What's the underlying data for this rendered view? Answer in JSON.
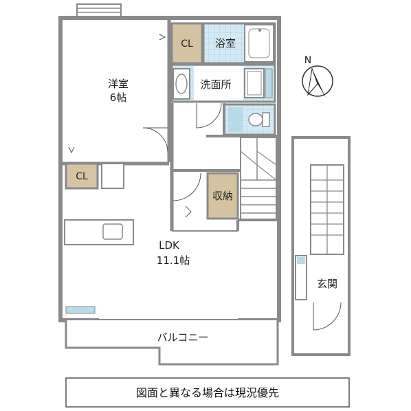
{
  "floor_plan": {
    "rooms": {
      "western_room": {
        "name": "洋室",
        "size": "6帖"
      },
      "ldk": {
        "name": "LDK",
        "size": "11.1帖"
      },
      "bath": {
        "name": "浴室"
      },
      "washroom": {
        "name": "洗面所"
      },
      "closet_1": {
        "name": "CL"
      },
      "closet_2": {
        "name": "CL"
      },
      "storage": {
        "name": "収納"
      },
      "entrance": {
        "name": "玄関"
      },
      "balcony": {
        "name": "バルコニー"
      }
    },
    "compass_letter": "N",
    "note": "図面と異なる場合は現況優先",
    "colors": {
      "wall": "#8a8a8a",
      "closet_fill": "#d6c3a1",
      "tile_fill": "#cfe6f2",
      "fixture_fill": "#ffffff",
      "window_fill": "#b9dbe9"
    }
  }
}
